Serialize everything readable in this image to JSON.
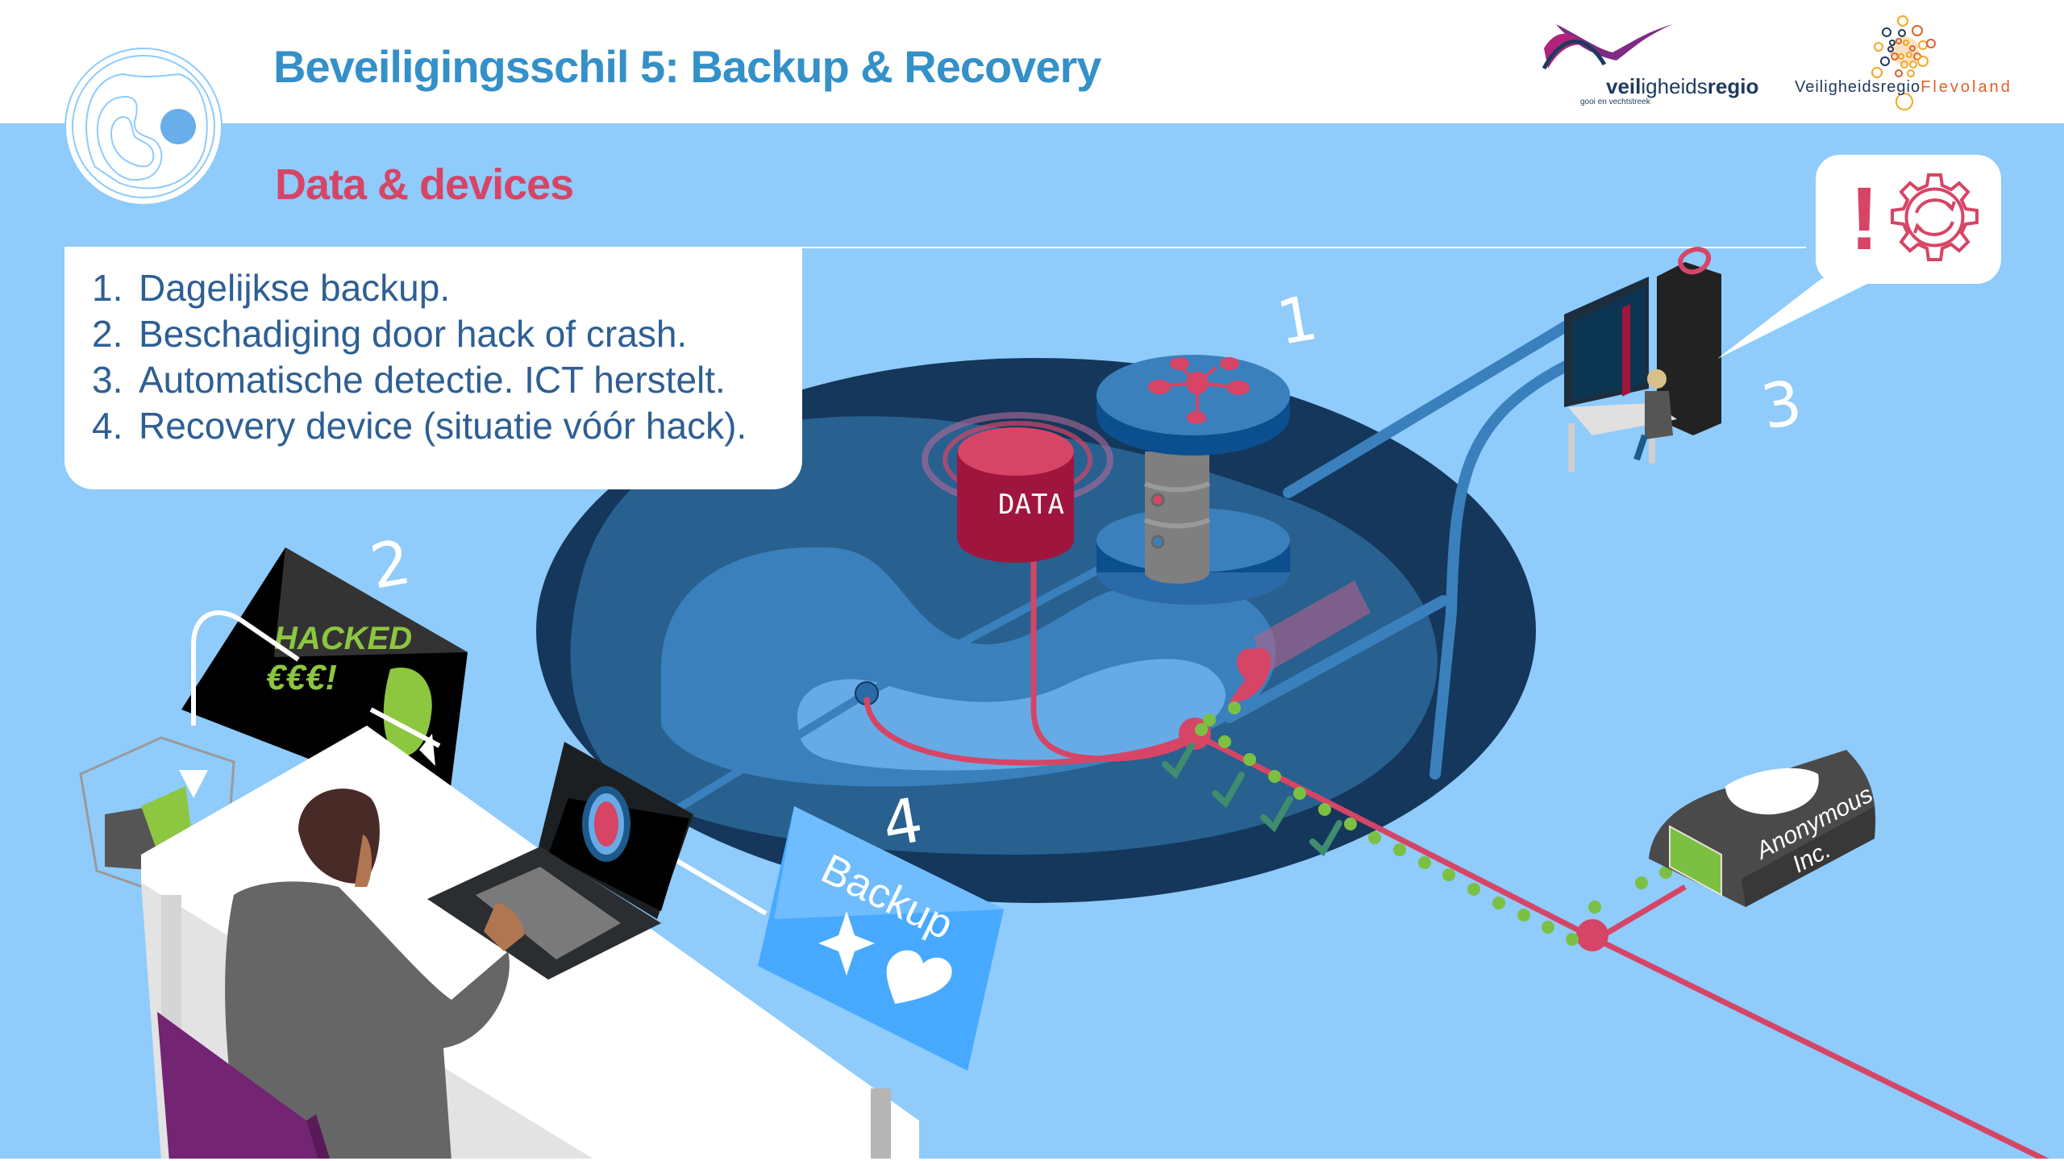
{
  "header": {
    "title": "Beveiligingsschil 5: Backup & Recovery",
    "subtitle": "Data & devices"
  },
  "logos": {
    "left": {
      "bold": "veil",
      "rest": "igheids",
      "bold2": "regio",
      "sub": "gooi en vechtstreek"
    },
    "right": {
      "main": "Veiligheidsregio",
      "accent": "Flevoland"
    }
  },
  "steps": [
    {
      "num": "1.",
      "text": "Dagelijkse backup."
    },
    {
      "num": "2.",
      "text": "Beschadiging door hack of crash."
    },
    {
      "num": "3.",
      "text": "Automatische detectie. ICT herstelt."
    },
    {
      "num": "4.",
      "text": "Recovery device (situatie vóór hack)."
    }
  ],
  "illustration": {
    "markers": {
      "m1": "1",
      "m2": "2",
      "m3": "3",
      "m4": "4"
    },
    "data_label": "DATA",
    "hacked_line1": "HACKED",
    "hacked_line2": "€€€!",
    "backup_label": "Backup",
    "anon_line1": "Anonymous",
    "anon_line2": "Inc.",
    "alert_symbol": "!"
  },
  "colors": {
    "background": "#8fcbfb",
    "title_blue": "#3490c8",
    "accent_red": "#d64566",
    "list_text": "#2e5f93",
    "pond_dark": "#14375b",
    "hacked_green": "#8dc63f"
  }
}
